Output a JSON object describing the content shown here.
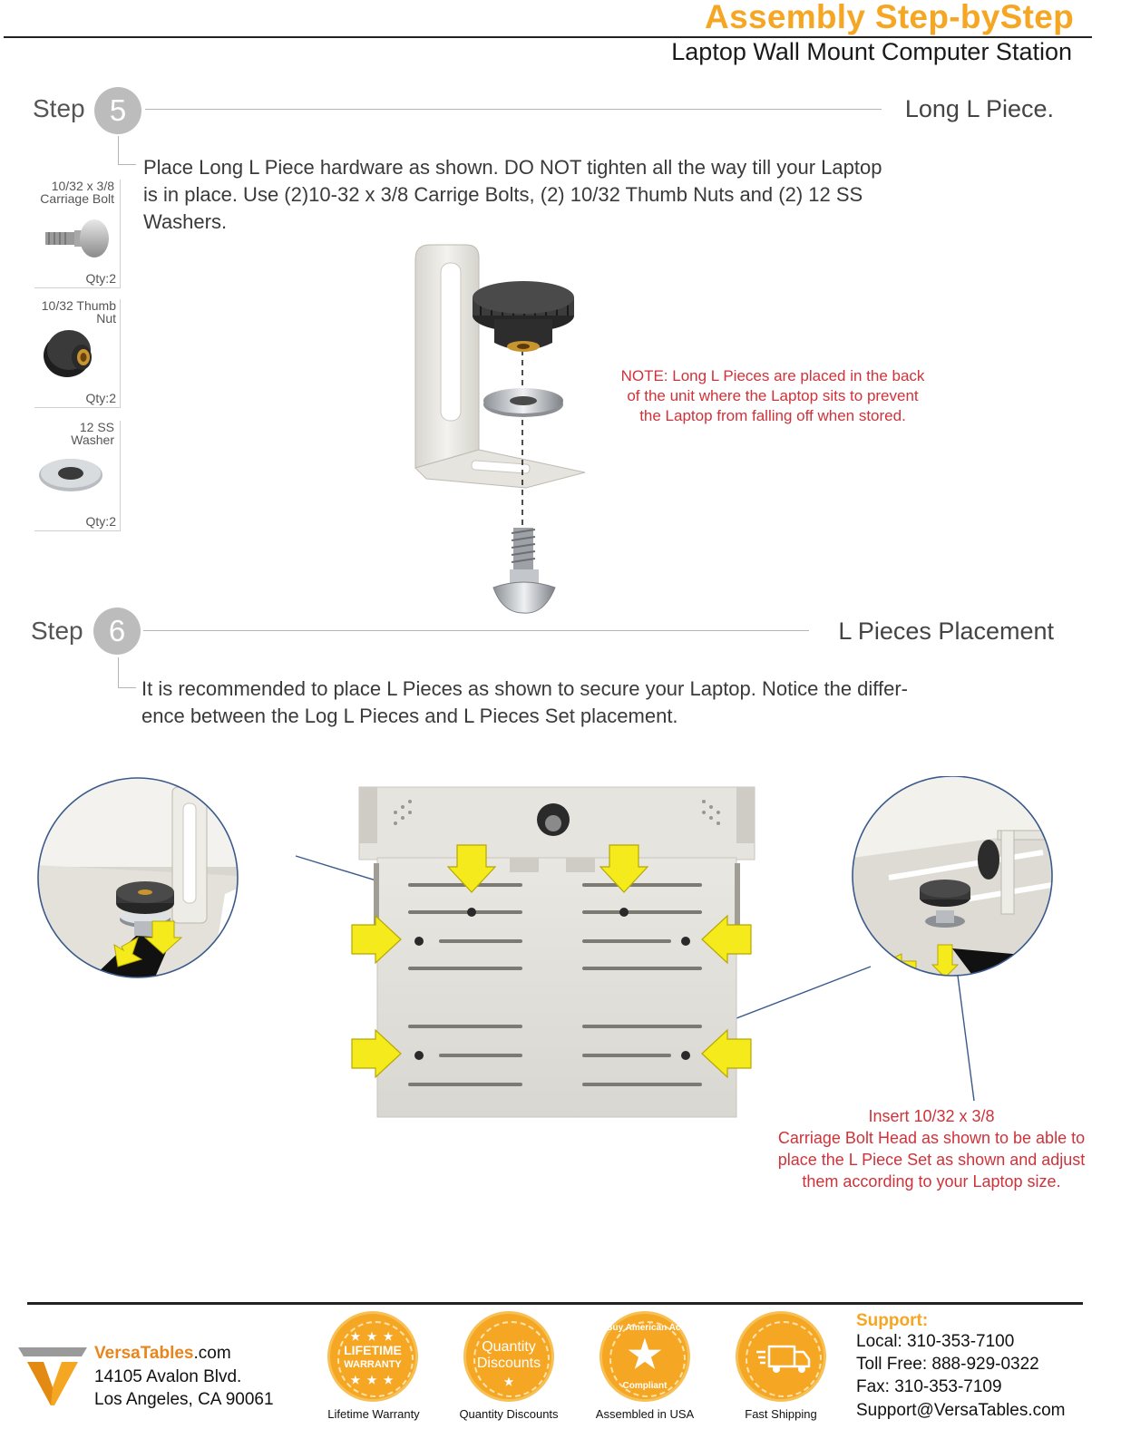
{
  "header": {
    "title": "Assembly Step-byStep",
    "subtitle": "Laptop Wall Mount Computer Station"
  },
  "step5": {
    "word": "Step",
    "number": "5",
    "title": "Long L Piece.",
    "instructions_line1": "Place Long L Piece hardware as shown. DO NOT tighten all the way till your Laptop",
    "instructions_line2": "is in place. Use (2)10-32 x 3/8 Carrige Bolts, (2) 10/32 Thumb Nuts and  (2) 12 SS",
    "instructions_line3": "Washers.",
    "note_line1": "NOTE: Long L Pieces are placed in the back",
    "note_line2": "of the unit where the Laptop sits to prevent",
    "note_line3": "the Laptop from falling off when stored."
  },
  "hardware": [
    {
      "name": "10/32 x 3/8\nCarriage Bolt",
      "qty": "Qty:2",
      "icon": "carriage-bolt-icon"
    },
    {
      "name": "10/32 Thumb Nut",
      "qty": "Qty:2",
      "icon": "thumb-nut-icon"
    },
    {
      "name": "12 SS\nWasher",
      "qty": "Qty:2",
      "icon": "washer-icon"
    }
  ],
  "step6": {
    "word": "Step",
    "number": "6",
    "title": "L Pieces Placement",
    "instructions_line1": "It is recommended to place L Pieces as shown to secure your Laptop. Notice the differ-",
    "instructions_line2": "ence between the Log L Pieces and L Pieces Set placement.",
    "note_line1": "Insert 10/32 x 3/8",
    "note_line2": "Carriage Bolt  Head as shown to be able to",
    "note_line3": "place the L Piece Set as shown and adjust",
    "note_line4": "them according to your Laptop size."
  },
  "footer": {
    "brand_bold": "VersaTables",
    "brand_suffix": ".com",
    "address1": "14105 Avalon Blvd.",
    "address2": "Los Angeles, CA 90061",
    "badges": [
      {
        "line1": "LIFETIME",
        "line2": "WARRANTY",
        "caption": "Lifetime Warranty"
      },
      {
        "line1": "Quantity",
        "line2": "Discounts",
        "caption": "Quantity Discounts"
      },
      {
        "line1": "Buy American Act",
        "line2": "Compliant",
        "caption": "Assembled in USA"
      },
      {
        "line1": "",
        "line2": "",
        "caption": "Fast Shipping"
      }
    ],
    "support_heading": "Support:",
    "local": "Local: 310-353-7100",
    "toll_free": "Toll Free: 888-929-0322",
    "fax": "Fax: 310-353-7109",
    "email": "Support@VersaTables.com"
  },
  "colors": {
    "accent": "#f5a623",
    "note_red": "#d0323a",
    "arrow_yellow": "#f5ea1b"
  }
}
